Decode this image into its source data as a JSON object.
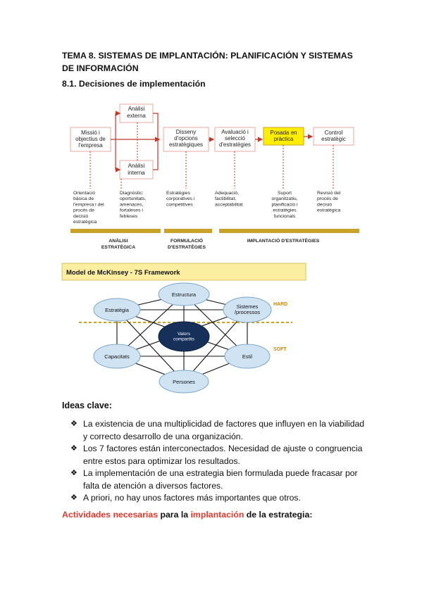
{
  "heading": {
    "title": "TEMA 8. SISTEMAS DE IMPLANTACIÓN: PLANIFICACIÓN Y SISTEMAS DE INFORMACIÓN",
    "subtitle": "8.1. Decisiones de implementación"
  },
  "process_diagram": {
    "box_mision": [
      "Missió i",
      "objectius de",
      "l'empresa"
    ],
    "box_externa": [
      "Anàlisi",
      "externa"
    ],
    "box_interna": [
      "Anàlisi",
      "interna"
    ],
    "box_disseny": [
      "Disseny",
      "d'opcions",
      "estratègiques"
    ],
    "box_avaluacio": [
      "Avaluació i",
      "selecció",
      "d'estratègies"
    ],
    "box_posada": [
      "Posada en",
      "pràctica"
    ],
    "box_control": [
      "Control",
      "estratègic"
    ],
    "desc_1": [
      "Orientació",
      "bàsica de",
      "l'empresa i del",
      "procés de",
      "decisió",
      "estratègica"
    ],
    "desc_2": [
      "Diagnòstic:",
      "oportunitats,",
      "amenaces,",
      "fortaleses i",
      "febleses"
    ],
    "desc_3": [
      "Estratègies",
      "corporatives i",
      "competitives"
    ],
    "desc_4": [
      "Adequació,",
      "factibilitat,",
      "acceptabilitat"
    ],
    "desc_5": [
      "Suport",
      "organitzatiu,",
      "planificació i",
      "estratègies",
      "funcionals"
    ],
    "desc_6": [
      "Revisió del",
      "procés de",
      "decisió",
      "estratègica"
    ],
    "phase_1": [
      "ANÀLISI",
      "ESTRATÈGICA"
    ],
    "phase_2": [
      "FORMULACIÓ",
      "D'ESTRATÈGIES"
    ],
    "phase_3": [
      "IMPLANTACIÓ D'ESTRATÈGIES"
    ],
    "colors": {
      "bar": "#c9a227",
      "highlight": "#ffee00",
      "dashed": "#c0392b"
    }
  },
  "mckinsey": {
    "header": "Model de McKinsey -  7S Framework",
    "hard_label": "HARD",
    "soft_label": "SOFT",
    "node_estructura": "Estructura",
    "node_estrategia": "Estratègia",
    "node_sistemes": [
      "Sistemes",
      "/processos"
    ],
    "node_valors": [
      "Valors",
      "compartits"
    ],
    "node_capacitats": "Capacitats",
    "node_estil": "Estil",
    "node_persones": "Persones",
    "colors": {
      "header_bg": "#fbeea0",
      "node": "#cfe3f3",
      "center": "#16305a",
      "divider": "#d4a017"
    }
  },
  "ideas": {
    "heading": "Ideas clave:",
    "bullet": "❖",
    "items": [
      "La existencia de una multiplicidad de factores que influyen en la viabilidad y correcto desarrollo de una organización.",
      "Los 7 factores están interconectados. Necesidad de ajuste o congruencia entre estos para optimizar los resultados.",
      "La implementación de una estrategia bien formulada puede fracasar por falta de atención a diversos factores.",
      "A priori, no hay unos factores más importantes que otros."
    ]
  },
  "activities": {
    "part1": "Actividades necesarias",
    "part2": " para la ",
    "part3": "implantación",
    "part4": " de la estrategia:"
  }
}
